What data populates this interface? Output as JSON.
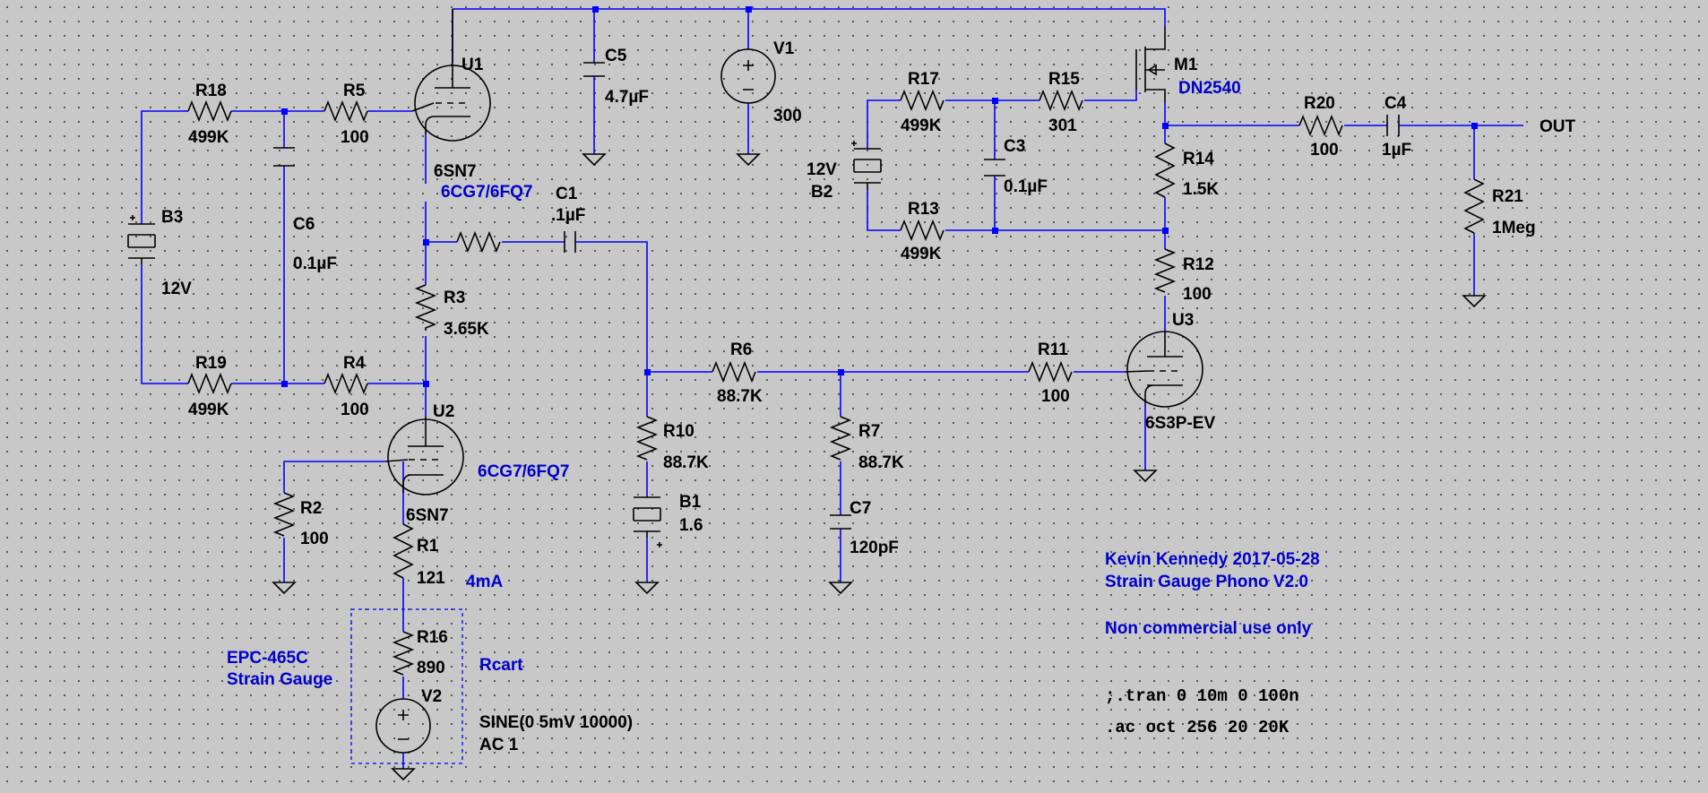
{
  "components": {
    "U1": {
      "name": "U1",
      "type": "6SN7",
      "label": "6CG7/6FQ7"
    },
    "U2": {
      "name": "U2",
      "type": "6SN7",
      "label": "6CG7/6FQ7"
    },
    "U3": {
      "name": "U3",
      "type": "6S3P-EV"
    },
    "M1": {
      "name": "M1",
      "type": "DN2540"
    },
    "V1": {
      "name": "V1",
      "value": "300"
    },
    "V2": {
      "name": "V2",
      "value": "SINE(0 5mV 10000)",
      "ac": "AC 1"
    },
    "B1": {
      "name": "B1",
      "value": "1.6"
    },
    "B2": {
      "name": "B2",
      "value": "12V"
    },
    "B3": {
      "name": "B3",
      "value": "12V"
    },
    "C1": {
      "name": "C1",
      "value": ".1µF"
    },
    "C3": {
      "name": "C3",
      "value": "0.1µF"
    },
    "C4": {
      "name": "C4",
      "value": "1µF"
    },
    "C5": {
      "name": "C5",
      "value": "4.7µF"
    },
    "C6": {
      "name": "C6",
      "value": "0.1µF"
    },
    "C7": {
      "name": "C7",
      "value": "120pF"
    },
    "R1": {
      "name": "R1",
      "value": "121"
    },
    "R2": {
      "name": "R2",
      "value": "100"
    },
    "R3": {
      "name": "R3",
      "value": "3.65K"
    },
    "R4": {
      "name": "R4",
      "value": "100"
    },
    "R5": {
      "name": "R5",
      "value": "100"
    },
    "R6": {
      "name": "R6",
      "value": "88.7K"
    },
    "R7": {
      "name": "R7",
      "value": "88.7K"
    },
    "R10": {
      "name": "R10",
      "value": "88.7K"
    },
    "R11": {
      "name": "R11",
      "value": "100"
    },
    "R12": {
      "name": "R12",
      "value": "100"
    },
    "R13": {
      "name": "R13",
      "value": "499K"
    },
    "R14": {
      "name": "R14",
      "value": "1.5K"
    },
    "R15": {
      "name": "R15",
      "value": "301"
    },
    "R16": {
      "name": "R16",
      "value": "890"
    },
    "R17": {
      "name": "R17",
      "value": "499K"
    },
    "R18": {
      "name": "R18",
      "value": "499K"
    },
    "R19": {
      "name": "R19",
      "value": "499K"
    },
    "R20": {
      "name": "R20",
      "value": "100"
    },
    "R21": {
      "name": "R21",
      "value": "1Meg"
    }
  },
  "net_labels": {
    "out": "OUT"
  },
  "annotations": {
    "current": "4mA",
    "rcart": "Rcart",
    "cartridge_line1": "EPC-465C",
    "cartridge_line2": "Strain Gauge",
    "author": "Kevin Kennedy 2017-05-28",
    "project": "Strain Gauge Phono V2.0",
    "license": "Non commercial use only"
  },
  "directives": {
    "tran": ";.tran 0 10m 0 100n",
    "ac": ".ac oct 256 20 20K"
  },
  "colors": {
    "wire": "#0000ff",
    "symbol": "#000000",
    "annotation": "#0000cc",
    "background": "#c8c8c8",
    "grid_dot": "#3a3a3a"
  }
}
